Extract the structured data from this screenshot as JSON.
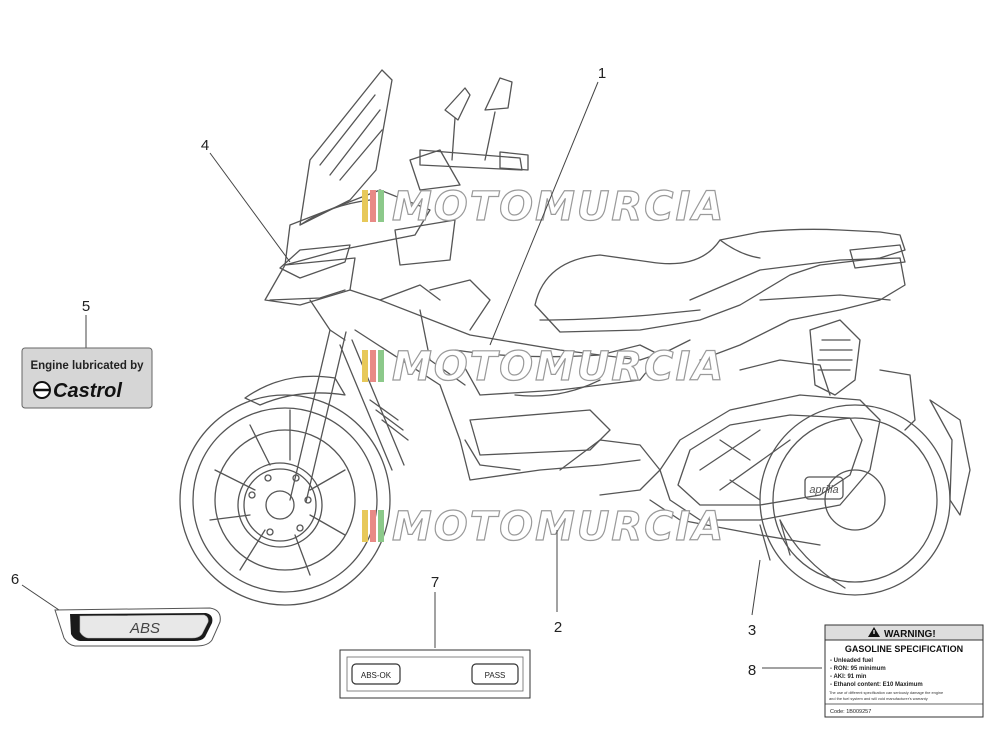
{
  "callouts": {
    "c1": "1",
    "c2": "2",
    "c3": "3",
    "c4": "4",
    "c5": "5",
    "c6": "6",
    "c7": "7",
    "c8": "8"
  },
  "watermark": "MOTOMURCIA",
  "castrol_decal": {
    "line1": "Engine lubricated by",
    "brand": "Castrol"
  },
  "abs_decal": {
    "text": "ABS"
  },
  "test_decal": {
    "left": "ABS-OK",
    "right": "PASS"
  },
  "fuel_label": {
    "warning": "WARNING!",
    "heading": "GASOLINE SPECIFICATION",
    "line1": "- Unleaded fuel",
    "line2": "- RON: 95 minimum",
    "line3": "- AKI: 91 min",
    "line4": "- Ethanol content: E10 Maximum",
    "note1": "The use of different specification can seriously damage the engine",
    "note2": "and the fuel system and will void manufacturer's warranty",
    "code": "Code: 1B009257"
  },
  "engine_badge": "aprilia"
}
